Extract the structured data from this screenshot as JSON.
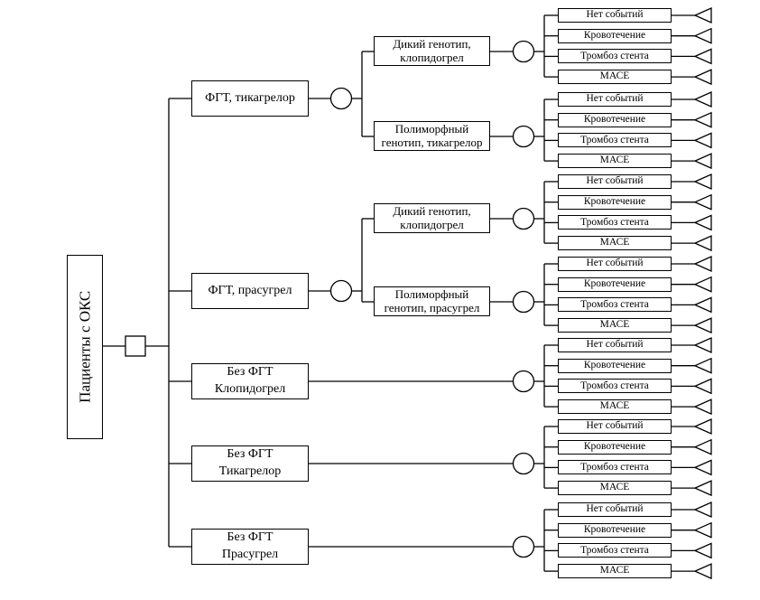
{
  "root": {
    "label": "Пациенты с ОКС"
  },
  "decision_node": {
    "shape": "square"
  },
  "arms": [
    {
      "label": "ФГТ, тикагрелор",
      "genotypes": [
        {
          "label": "Дикий генотип, клопидогрел",
          "outcomes": [
            "Нет событий",
            "Кровотечение",
            "Тромбоз стента",
            "МАСЕ"
          ]
        },
        {
          "label": "Полиморфный генотип, тикагрелор",
          "outcomes": [
            "Нет событий",
            "Кровотечение",
            "Тромбоз стента",
            "МАСЕ"
          ]
        }
      ]
    },
    {
      "label": "ФГТ, прасугрел",
      "genotypes": [
        {
          "label": "Дикий генотип, клопидогрел",
          "outcomes": [
            "Нет событий",
            "Кровотечение",
            "Тромбоз стента",
            "МАСЕ"
          ]
        },
        {
          "label": "Полиморфный генотип, прасугрел",
          "outcomes": [
            "Нет событий",
            "Кровотечение",
            "Тромбоз стента",
            "МАСЕ"
          ]
        }
      ]
    },
    {
      "label_lines": [
        "Без ФГТ",
        "Клопидогрел"
      ],
      "outcomes": [
        "Нет событий",
        "Кровотечение",
        "Тромбоз стента",
        "МАСЕ"
      ]
    },
    {
      "label_lines": [
        "Без ФГТ",
        "Тикагрелор"
      ],
      "outcomes": [
        "Нет событий",
        "Кровотечение",
        "Тромбоз стента",
        "МАСЕ"
      ]
    },
    {
      "label_lines": [
        "Без ФГТ",
        "Прасугрел"
      ],
      "outcomes": [
        "Нет событий",
        "Кровотечение",
        "Тромбоз стента",
        "МАСЕ"
      ]
    }
  ]
}
